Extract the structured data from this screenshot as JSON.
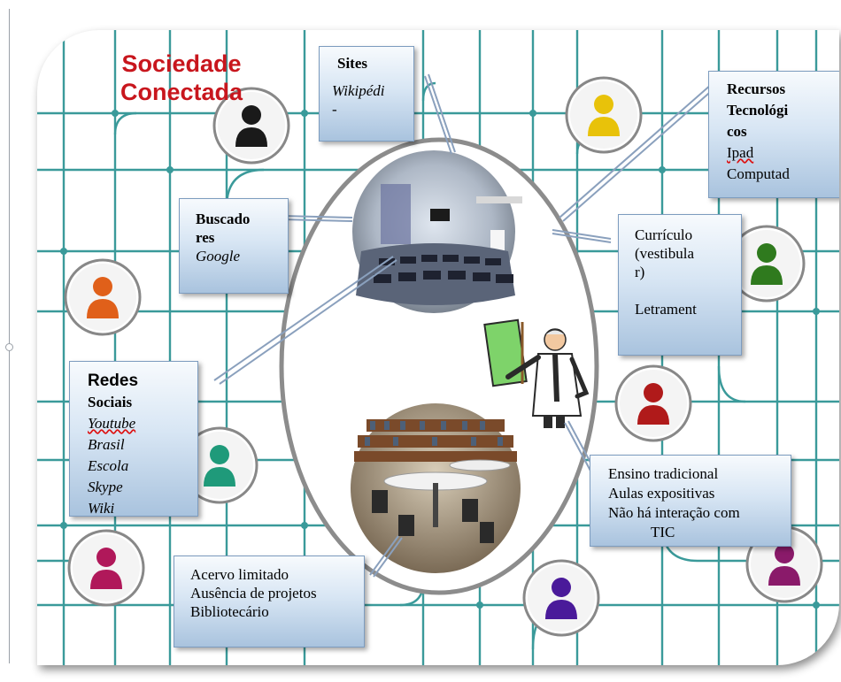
{
  "title": {
    "line1": "Sociedade",
    "line2": "Conectada"
  },
  "boxes": {
    "sites": {
      "heading": "Sites",
      "items": [
        "Wikipédi",
        "-"
      ]
    },
    "recursos": {
      "heading1": "Recursos",
      "heading2": "Tecnológi",
      "heading3": "cos",
      "item1": "Ipad",
      "item2": "Computad"
    },
    "buscadores": {
      "heading1": "Buscado",
      "heading2": "res",
      "item": "Google"
    },
    "curriculo": {
      "line1": "Currículo",
      "line2": "(vestibula",
      "line3": "r)",
      "line4": "Letrament"
    },
    "redes": {
      "heading1": "Redes",
      "heading2": "Sociais",
      "items": [
        "Youtube",
        "Brasil",
        "Escola",
        "Skype",
        "Wiki"
      ]
    },
    "ensino": {
      "items": [
        "Ensino tradicional",
        "Aulas expositivas",
        "Não há interação com",
        "TIC"
      ]
    },
    "acervo": {
      "items": [
        "Acervo limitado",
        "Ausência de projetos",
        "Bibliotecário"
      ]
    }
  },
  "colors": {
    "title": "#c8161d",
    "network_line": "#3a9a9a",
    "person_black": "#1a1a1a",
    "person_yellow": "#e8c20a",
    "person_orange": "#e0601a",
    "person_green": "#2f7a1e",
    "person_teal": "#1f9a7a",
    "person_red": "#b01a1a",
    "person_magenta": "#b0185a",
    "person_purple": "#4a1a9a",
    "person_plum": "#8a1a6a"
  },
  "icons": [
    "person-icon",
    "classroom-photo",
    "library-photo",
    "teacher-clipart"
  ]
}
